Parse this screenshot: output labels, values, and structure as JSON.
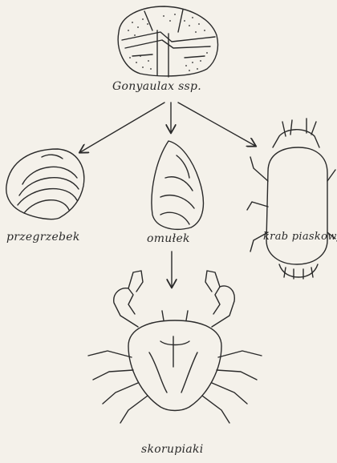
{
  "diagram": {
    "source_organism": "Gonyaulax ssp.",
    "consumers": [
      {
        "id": "scallop",
        "label": "przegrzebek"
      },
      {
        "id": "mussel",
        "label": "omułek"
      },
      {
        "id": "sand-crab",
        "label": "krab piaskowy"
      }
    ],
    "predator": "skorupiaki",
    "colors": {
      "background": "#f4f1ea",
      "ink": "#2a2a2a"
    }
  }
}
